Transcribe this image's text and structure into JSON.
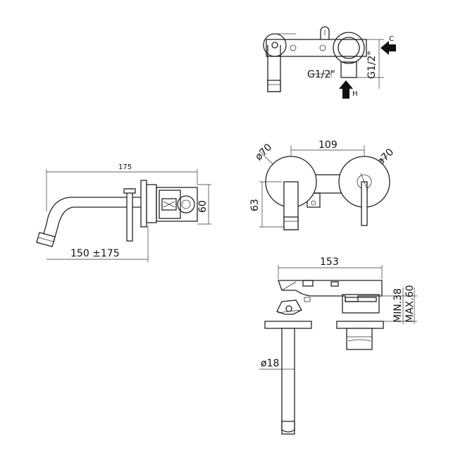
{
  "dimensions": {
    "side_total_length": "175",
    "side_projection": "150 ±175",
    "side_height": "60",
    "front_center_spacing": "109",
    "front_left_diameter": "ø70",
    "front_right_diameter": "ø70",
    "front_height": "63",
    "section_width": "153",
    "section_min_depth": "MIN.38",
    "section_max_depth": "MAX.60",
    "spout_diameter": "ø18"
  },
  "connections": {
    "thread_horizontal": "G1/2\"",
    "thread_vertical": "G1/2\"",
    "cold_label": "C",
    "hot_label": "H"
  },
  "colors": {
    "line": "#222222",
    "background": "#ffffff"
  }
}
